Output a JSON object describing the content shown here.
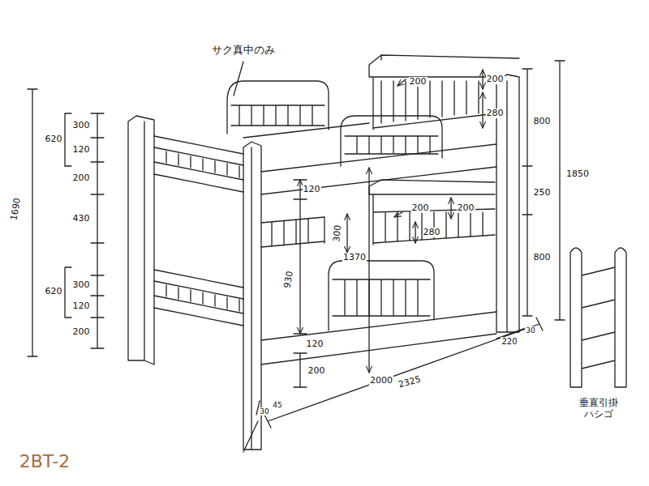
{
  "diagram": {
    "labels": [
      "サク真中のみ",
      "200",
      "200",
      "280",
      "800",
      "1850",
      "250",
      "800",
      "620",
      "300",
      "120",
      "200",
      "430",
      "620",
      "300",
      "120",
      "200",
      "1690",
      "120",
      "300",
      "200",
      "200",
      "280",
      "1370",
      "930",
      "120",
      "200",
      "2000",
      "2325",
      "220",
      "30",
      "30",
      "45",
      "垂直引掛 ハシゴ",
      "2BT-2"
    ]
  }
}
